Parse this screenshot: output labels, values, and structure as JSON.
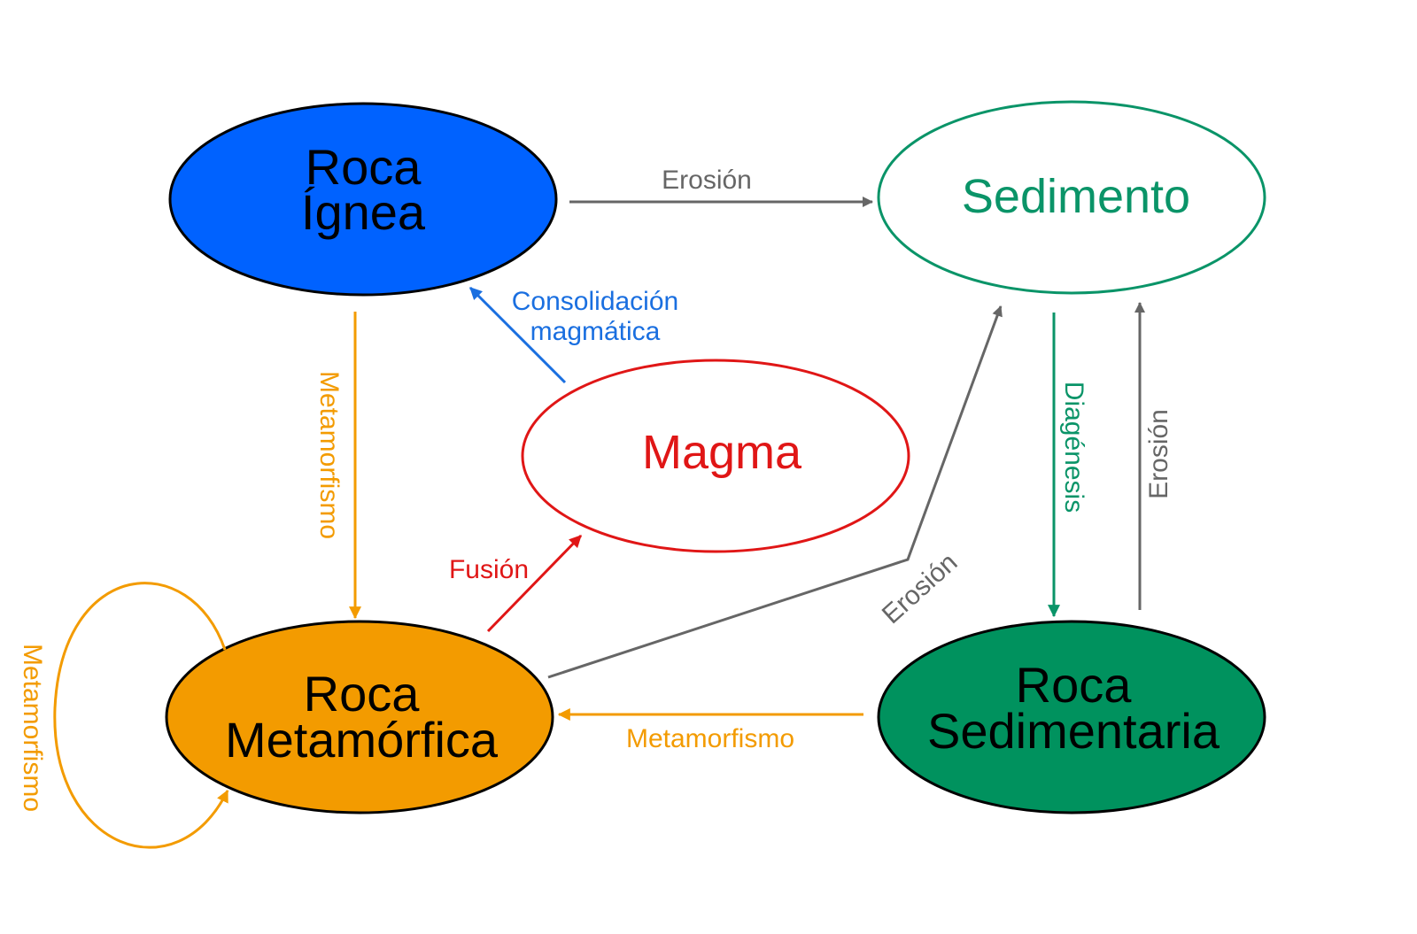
{
  "colors": {
    "igneous": "#0062ff",
    "sediment": "#0a9468",
    "magma": "#e01616",
    "metamorphic": "#f39b00",
    "sedimentary": "#00925e",
    "erosion": "#666666",
    "consolidation": "#1a6fe0",
    "outline": "#000000"
  },
  "nodes": {
    "igneous": {
      "line1": "Roca",
      "line2": "Ígnea"
    },
    "sediment": {
      "label": "Sedimento"
    },
    "magma": {
      "label": "Magma"
    },
    "metamorphic": {
      "line1": "Roca",
      "line2": "Metamórfica"
    },
    "sedimentary": {
      "line1": "Roca",
      "line2": "Sedimentaria"
    }
  },
  "edges": {
    "erosion_top": "Erosión",
    "consolidation_line1": "Consolidación",
    "consolidation_line2": "magmática",
    "metamorphism_left": "Metamorfismo",
    "metamorphism_loop": "Metamorfismo",
    "fusion": "Fusión",
    "erosion_diagonal": "Erosión",
    "diagenesis": "Diagénesis",
    "erosion_right": "Erosión",
    "metamorphism_bottom": "Metamorfismo"
  }
}
